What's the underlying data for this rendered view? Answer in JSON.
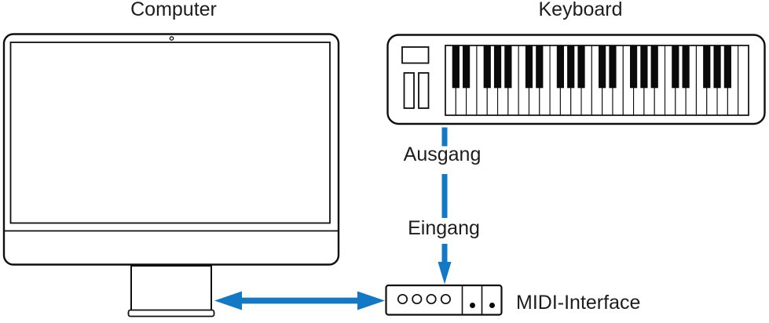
{
  "diagram": {
    "computer_label": "Computer",
    "keyboard_label": "Keyboard",
    "output_label": "Ausgang",
    "input_label": "Eingang",
    "interface_label": "MIDI-Interface"
  },
  "colors": {
    "arrow_blue": "#1379c4",
    "ink": "#0f0f0f",
    "text": "#1d1d1f",
    "background": "#ffffff"
  }
}
